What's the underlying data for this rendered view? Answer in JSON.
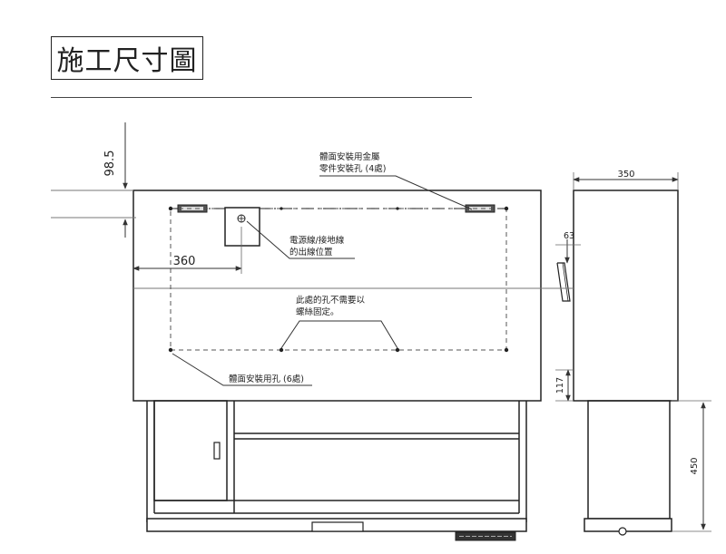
{
  "title": "施工尺寸圖",
  "annotations": {
    "wall_hardware": [
      "體面安裝用金屬",
      "零件安裝孔 (4處)"
    ],
    "power_outlet": [
      "電源線/接地線",
      "的出線位置"
    ],
    "no_screw": [
      "此處的孔不需要以",
      "螺絲固定。"
    ],
    "wall_holes": "體面安裝用孔 (6處)"
  },
  "dimensions": {
    "top_offset": "98.5",
    "outlet_offset": "360",
    "depth": "350",
    "side_63": "63",
    "side_117": "117",
    "stand_height": "450"
  },
  "colors": {
    "line": "#222222",
    "guide": "#666666"
  }
}
